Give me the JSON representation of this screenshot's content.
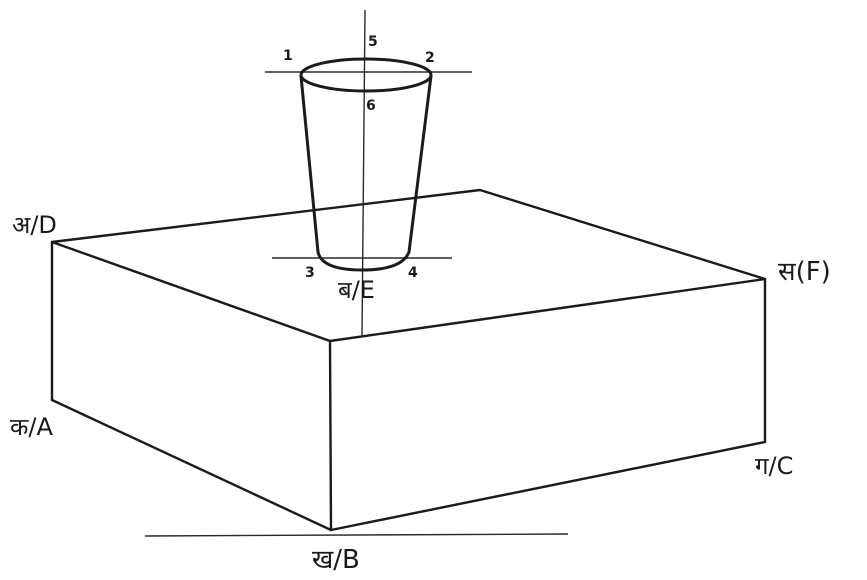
{
  "diagram": {
    "vertex_labels": {
      "D": "अ/D",
      "E": "ब/E",
      "F": "स(F)",
      "A": "क/A",
      "B": "ख/B",
      "C": "ग/C"
    },
    "cup_point_labels": [
      "1",
      "2",
      "3",
      "4",
      "5",
      "6"
    ]
  }
}
